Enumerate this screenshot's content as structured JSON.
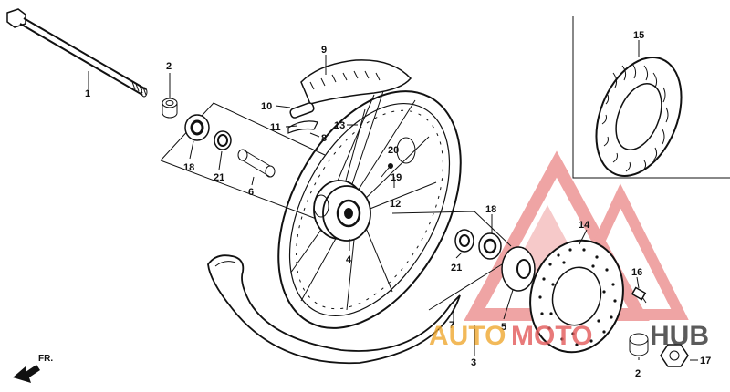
{
  "callouts": {
    "c1": "1",
    "c2a": "2",
    "c2b": "2",
    "c3": "3",
    "c4": "4",
    "c5": "5",
    "c6": "6",
    "c7": "7",
    "c8": "8",
    "c9": "9",
    "c10": "10",
    "c11": "11",
    "c12": "12",
    "c13": "13",
    "c14": "14",
    "c15": "15",
    "c16": "16",
    "c17": "17",
    "c18a": "18",
    "c18b": "18",
    "c19": "19",
    "c20": "20",
    "c21a": "21",
    "c21b": "21"
  },
  "direction": {
    "label": "FR."
  },
  "watermark": {
    "text_part1": "AUTO",
    "text_part2": "MOTO",
    "text_part3": "HUB",
    "color_red": "#e35a5a",
    "color_orange": "#f0a830",
    "color_dark": "#333333"
  },
  "colors": {
    "line": "#111111",
    "background": "#ffffff"
  }
}
